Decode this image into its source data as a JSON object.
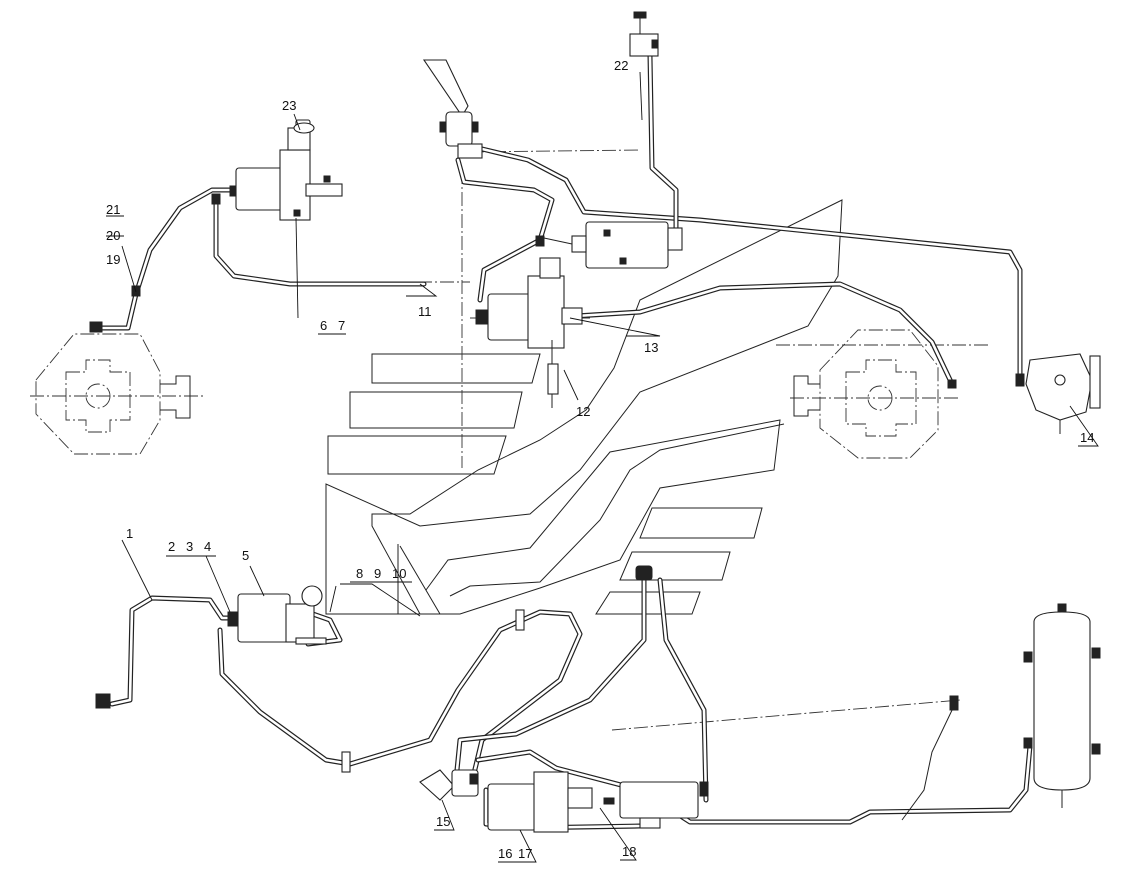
{
  "diagram": {
    "callouts": [
      {
        "id": "c1",
        "text": "1"
      },
      {
        "id": "c2",
        "text": "2"
      },
      {
        "id": "c3",
        "text": "3"
      },
      {
        "id": "c4",
        "text": "4"
      },
      {
        "id": "c5",
        "text": "5"
      },
      {
        "id": "c6",
        "text": "6"
      },
      {
        "id": "c7",
        "text": "7"
      },
      {
        "id": "c8",
        "text": "8"
      },
      {
        "id": "c9",
        "text": "9"
      },
      {
        "id": "c10",
        "text": "10"
      },
      {
        "id": "c11",
        "text": "11"
      },
      {
        "id": "c12",
        "text": "12"
      },
      {
        "id": "c13",
        "text": "13"
      },
      {
        "id": "c14",
        "text": "14"
      },
      {
        "id": "c15",
        "text": "15"
      },
      {
        "id": "c16",
        "text": "16"
      },
      {
        "id": "c17",
        "text": "17"
      },
      {
        "id": "c18",
        "text": "18"
      },
      {
        "id": "c19",
        "text": "19"
      },
      {
        "id": "c20",
        "text": "20"
      },
      {
        "id": "c21",
        "text": "21"
      },
      {
        "id": "c22",
        "text": "22"
      },
      {
        "id": "c23",
        "text": "23"
      }
    ]
  }
}
